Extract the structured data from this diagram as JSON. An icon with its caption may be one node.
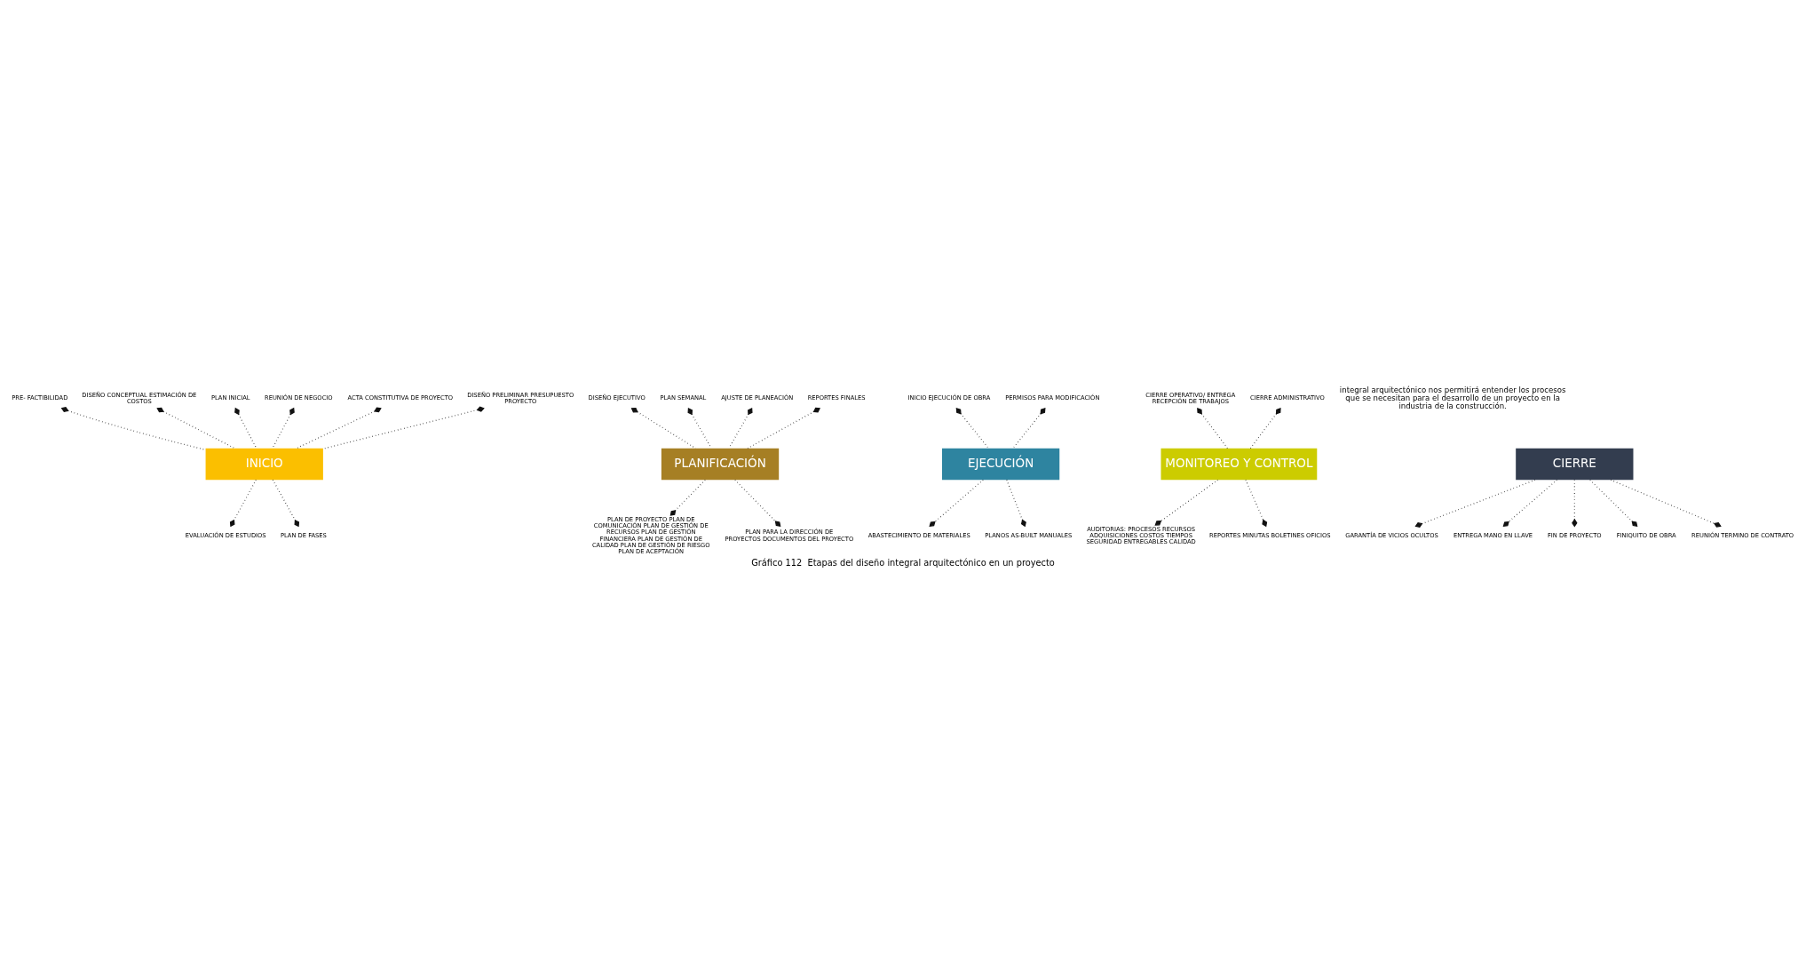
{
  "diagram": {
    "caption": "Gráfico 112  Etapas del diseño integral arquitectónico en un proyecto",
    "nodes": [
      {
        "text": [
          "INICIO"
        ]
      },
      {
        "text": [
          "PLANIFICACIÓN"
        ]
      },
      {
        "text": [
          "EJECUCIÓN"
        ]
      },
      {
        "text": [
          "MONITOREO Y CONTROL"
        ]
      },
      {
        "text": [
          "CIERRE"
        ]
      },
      {
        "text": [
          "PRE- FACTIBILIDAD"
        ]
      },
      {
        "text": [
          "DISEÑO CONCEPTUAL ESTIMACIÓN DE COSTOS"
        ]
      },
      {
        "text": [
          "PLAN INICIAL"
        ]
      },
      {
        "text": [
          "REUNIÓN DE NEGOCIO"
        ]
      },
      {
        "text": [
          "ACTA CONSTITUTIVA DE PROYECTO"
        ]
      },
      {
        "text": [
          "DISEÑO PRELIMINAR PRESUPUESTO PROYECTO"
        ]
      },
      {
        "text": [
          "DISEÑO EJECUTIVO"
        ]
      },
      {
        "text": [
          "PLAN SEMANAL"
        ]
      },
      {
        "text": [
          "INICIO EJECUCIÓN DE OBRA"
        ]
      },
      {
        "text": [
          "AJUSTE DE PLANEACIÓN"
        ]
      },
      {
        "text": [
          "PERMISOS PARA MODIFICACIÓN"
        ]
      },
      {
        "text": [
          "REPORTES FINALES"
        ]
      },
      {
        "text": [
          "CIERRE OPERATIVO/ ENTREGA RECEPCIÓN DE TRABAJOS"
        ]
      },
      {
        "text": [
          "CIERRE ADMINISTRATIVO"
        ]
      },
      {
        "text": [
          "EVALUACIÓN DE ESTUDIOS"
        ]
      },
      {
        "text": [
          "PLAN DE FASES"
        ]
      },
      {
        "text": [
          "PLAN DE PROYECTO PLAN DE COMUNICACIÓN PLAN DE GESTIÓN DE RECURSOS PLAN DE GESTIÓN FINANCIERA PLAN DE GESTIÓN DE CALIDAD PLAN DE GESTIÓN DE RIESGO PLAN DE ACEPTACIÓN"
        ]
      },
      {
        "text": [
          "PLAN PARA LA DIRECCIÓN DE PROYECTOS DOCUMENTOS DEL PROYECTO"
        ]
      },
      {
        "text": [
          "ABASTECIMIENTO DE MATERIALES"
        ]
      },
      {
        "text": [
          "AUDITORIAS: PROCESOS RECURSOS ADQUISICIONES COSTOS TIEMPOS SEGURIDAD ENTREGABLES CALIDAD"
        ]
      },
      {
        "text": [
          "PLANOS AS-BUILT MANUALES"
        ]
      },
      {
        "text": [
          "REPORTES MINUTAS BOLETINES OFICIOS"
        ]
      },
      {
        "text": [
          "GARANTÍA DE VICIOS OCULTOS"
        ]
      },
      {
        "text": [
          "ENTREGA MANO EN LLAVE"
        ]
      },
      {
        "text": [
          "FIN DE PROYECTO"
        ]
      },
      {
        "text": [
          "FINIQUITO DE OBRA"
        ]
      },
      {
        "text": [
          "REUNIÓN TERMINO DE CONTRATO"
        ]
      }
    ],
    "edges": [
      {
        "from": 5,
        "to": 0,
        "arrow": "other"
      },
      {
        "from": 6,
        "to": 0,
        "arrow": "other"
      },
      {
        "from": 7,
        "to": 0,
        "arrow": "other"
      },
      {
        "from": 8,
        "to": 0,
        "arrow": "other"
      },
      {
        "from": 9,
        "to": 0,
        "arrow": "other"
      },
      {
        "from": 10,
        "to": 0,
        "arrow": "other"
      },
      {
        "from": 11,
        "to": 1,
        "arrow": "other"
      },
      {
        "from": 12,
        "to": 1,
        "arrow": "other"
      },
      {
        "from": 13,
        "to": 2,
        "arrow": "other"
      },
      {
        "from": 14,
        "to": 1,
        "arrow": "other"
      },
      {
        "from": 15,
        "to": 2,
        "arrow": "other"
      },
      {
        "from": 16,
        "to": 1,
        "arrow": "other"
      },
      {
        "from": 17,
        "to": 3,
        "arrow": "other"
      },
      {
        "from": 18,
        "to": 3,
        "arrow": "other"
      },
      {
        "from": 0,
        "to": 19,
        "arrow": "other"
      },
      {
        "from": 0,
        "to": 20,
        "arrow": "other"
      },
      {
        "from": 1,
        "to": 21,
        "arrow": "other"
      },
      {
        "from": 1,
        "to": 22,
        "arrow": "other"
      },
      {
        "from": 2,
        "to": 23,
        "arrow": "other"
      },
      {
        "from": 3,
        "to": 24,
        "arrow": "other"
      },
      {
        "from": 2,
        "to": 25,
        "arrow": "other"
      },
      {
        "from": 3,
        "to": 26,
        "arrow": "other"
      },
      {
        "from": 4,
        "to": 27,
        "arrow": "other"
      },
      {
        "from": 4,
        "to": 28,
        "arrow": "other"
      },
      {
        "from": 4,
        "to": 29,
        "arrow": "other"
      },
      {
        "from": 4,
        "to": 30,
        "arrow": "other"
      },
      {
        "from": 4,
        "to": 31,
        "arrow": "other"
      }
    ],
    "labels": [
      "integral arquitectónico nos permitirá entender los procesos que se necesitan para el desarrollo de un proyecto en la industria de la construcción."
    ]
  }
}
